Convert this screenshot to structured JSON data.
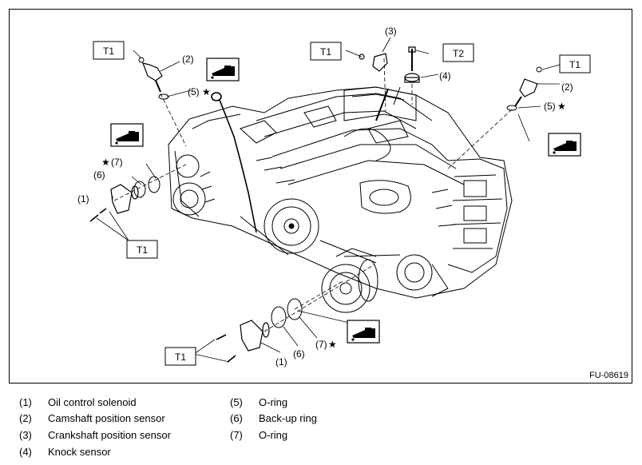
{
  "figure_id": "FU-08619",
  "torque_labels": {
    "t1": "T1",
    "t2": "T2"
  },
  "callouts": {
    "c1": "(1)",
    "c2": "(2)",
    "c3": "(3)",
    "c4": "(4)",
    "c5": "(5)",
    "c6": "(6)",
    "c7": "(7)",
    "star": "★"
  },
  "legend": [
    {
      "num": "(1)",
      "label": "Oil control solenoid"
    },
    {
      "num": "(2)",
      "label": "Camshaft position sensor"
    },
    {
      "num": "(3)",
      "label": "Crankshaft position sensor"
    },
    {
      "num": "(4)",
      "label": "Knock sensor"
    },
    {
      "num": "(5)",
      "label": "O-ring"
    },
    {
      "num": "(6)",
      "label": "Back-up ring"
    },
    {
      "num": "(7)",
      "label": "O-ring"
    }
  ],
  "icons": [
    "oil-can-icon",
    "star-icon"
  ]
}
